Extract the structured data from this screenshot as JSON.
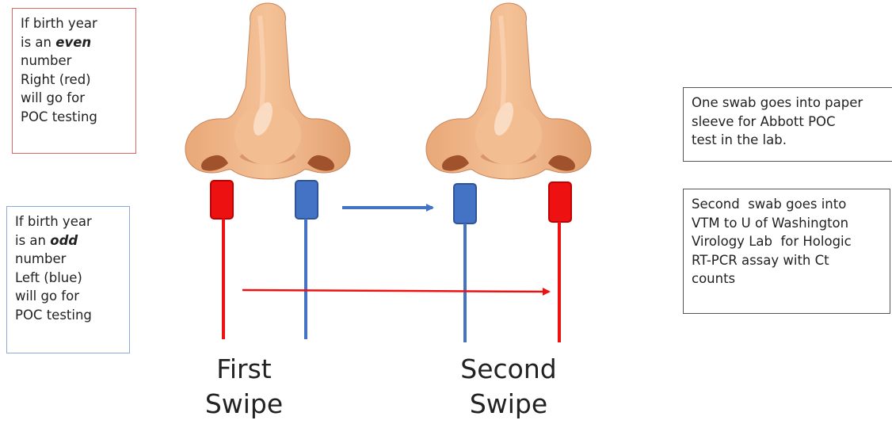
{
  "even_box": {
    "line1": "If birth year",
    "line2_prefix": "is an ",
    "line2_emph": "even",
    "line3": "number",
    "line4": "Right (red)",
    "line5": "will go for",
    "line6": "POC testing"
  },
  "odd_box": {
    "line1": "If birth year",
    "line2_prefix": "is an ",
    "line2_emph": "odd",
    "line3": "number",
    "line4": "Left (blue)",
    "line5": "will go for",
    "line6": "POC testing"
  },
  "poc_box": {
    "line1": "One swab goes into paper",
    "line2": "sleeve for Abbott POC",
    "line3": "test in the lab."
  },
  "vtm_box": {
    "line1": "Second  swab goes into",
    "line2": "VTM to U of Washington",
    "line3": "Virology Lab  for Hologic",
    "line4": "RT-PCR assay with Ct",
    "line5": "counts"
  },
  "labels": {
    "first_line1": "First",
    "first_line2": "Swipe",
    "second_line1": "Second",
    "second_line2": "Swipe"
  },
  "colors": {
    "red_swab": "#ee1111",
    "blue_swab": "#4472c4",
    "skin": "#f0b889",
    "skin_shadow": "#d9956a",
    "nostril": "#a0522d"
  }
}
